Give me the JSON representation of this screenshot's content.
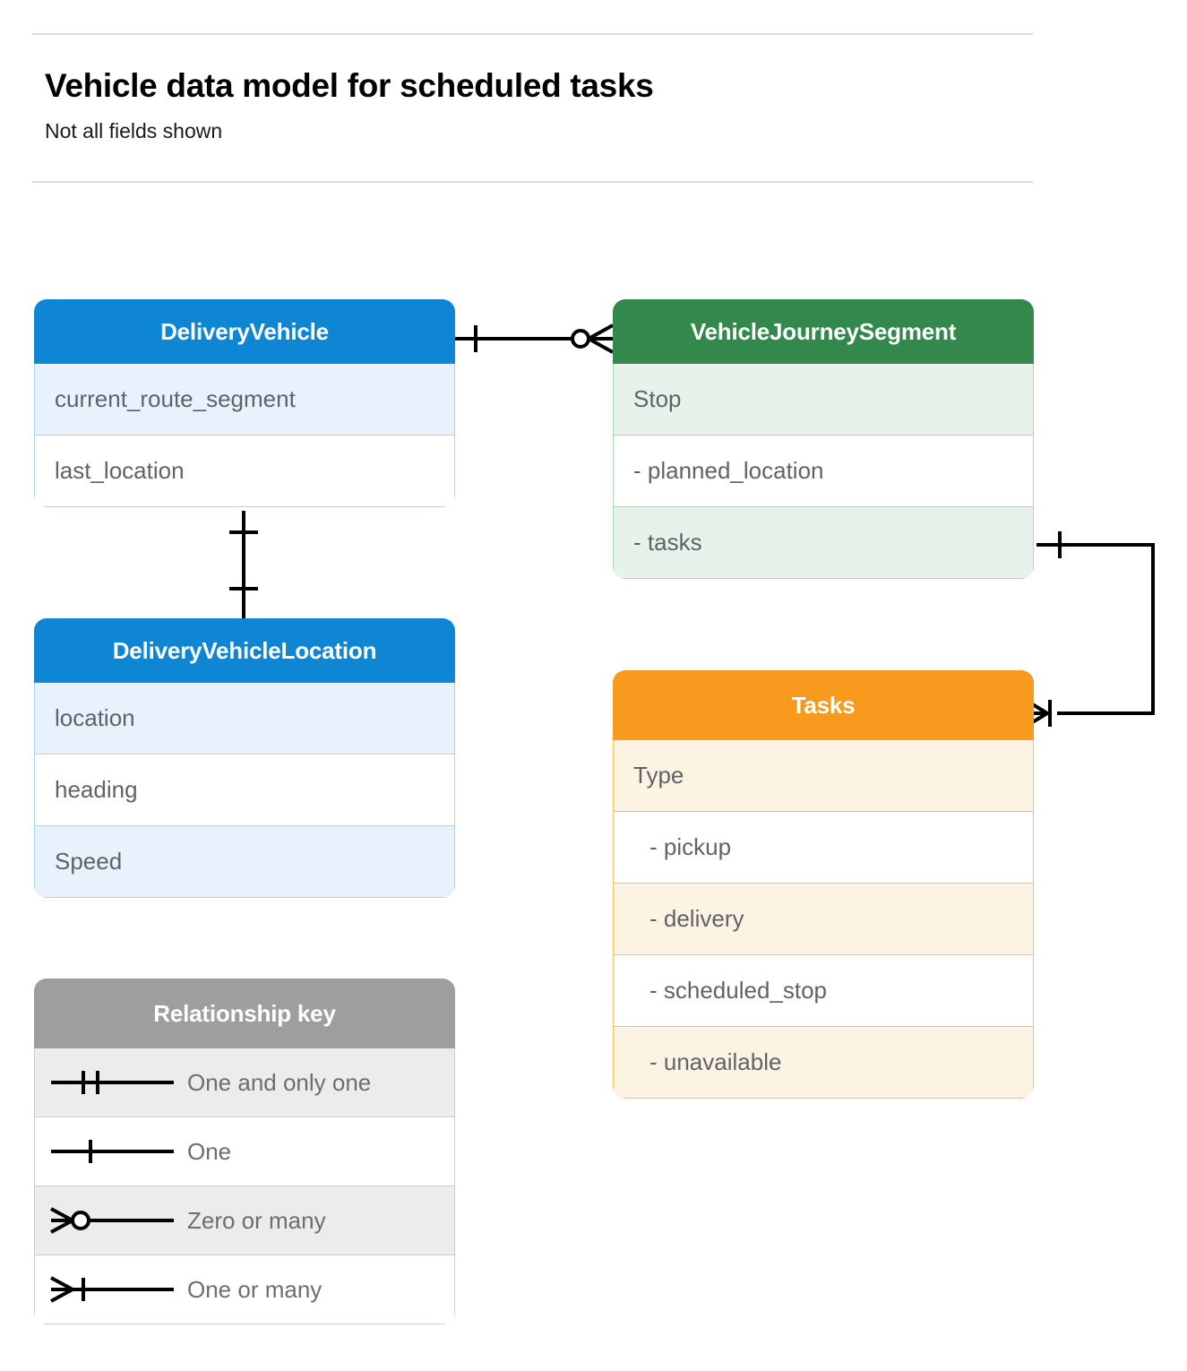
{
  "header": {
    "title": "Vehicle data model for scheduled tasks",
    "subtitle": "Not all fields shown"
  },
  "colors": {
    "blue_header": "#0e86d4",
    "blue_row_alt": "#e8f2fd",
    "blue_border": "#a8d4f2",
    "green_header": "#33894c",
    "green_row_alt": "#e7f3ea",
    "green_border": "#a9d6b5",
    "orange_header": "#f79a1e",
    "orange_row_alt": "#fdf3e2",
    "orange_border": "#f7bf63",
    "grey_header": "#9e9e9e",
    "grey_row_alt": "#ececec",
    "connector": "#000000",
    "rule": "#dadce0",
    "field_text": "#5f6368"
  },
  "entities": [
    {
      "id": "delivery-vehicle",
      "name": "DeliveryVehicle",
      "theme": "blue",
      "fields": [
        {
          "label": "current_route_segment",
          "indent": false
        },
        {
          "label": "last_location",
          "indent": false
        }
      ]
    },
    {
      "id": "vehicle-journey-segment",
      "name": "VehicleJourneySegment",
      "theme": "green",
      "fields": [
        {
          "label": "Stop",
          "indent": false
        },
        {
          "label": "-  planned_location",
          "indent": false
        },
        {
          "label": "- tasks",
          "indent": false
        }
      ]
    },
    {
      "id": "delivery-vehicle-location",
      "name": "DeliveryVehicleLocation",
      "theme": "blue",
      "fields": [
        {
          "label": "location",
          "indent": false
        },
        {
          "label": "heading",
          "indent": false
        },
        {
          "label": "Speed",
          "indent": false
        }
      ]
    },
    {
      "id": "tasks",
      "name": "Tasks",
      "theme": "orange",
      "fields": [
        {
          "label": "Type",
          "indent": false
        },
        {
          "label": "-  pickup",
          "indent": true
        },
        {
          "label": "-  delivery",
          "indent": true
        },
        {
          "label": "-  scheduled_stop",
          "indent": true
        },
        {
          "label": "-  unavailable",
          "indent": true
        }
      ]
    }
  ],
  "legend": {
    "title": "Relationship key",
    "rows": [
      {
        "symbol": "one-and-only-one",
        "label": "One and only one"
      },
      {
        "symbol": "one",
        "label": "One"
      },
      {
        "symbol": "zero-or-many",
        "label": "Zero or many"
      },
      {
        "symbol": "one-or-many",
        "label": "One or many"
      }
    ]
  },
  "relationships": [
    {
      "id": "vehicle-to-journey-segment",
      "from": "DeliveryVehicle",
      "to": "VehicleJourneySegment",
      "from_cardinality": "One",
      "to_cardinality": "Zero or many"
    },
    {
      "id": "vehicle-to-vehicle-location",
      "from": "DeliveryVehicle",
      "to": "DeliveryVehicleLocation",
      "from_cardinality": "One",
      "to_cardinality": "One"
    },
    {
      "id": "journey-segment-tasks-to-tasks",
      "from": "VehicleJourneySegment.tasks",
      "to": "Tasks",
      "from_cardinality": "One",
      "to_cardinality": "One or many"
    }
  ]
}
